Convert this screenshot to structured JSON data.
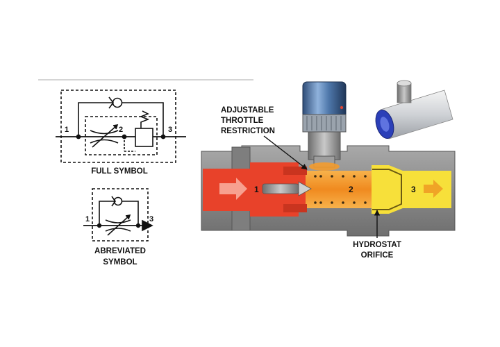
{
  "labels": {
    "full_symbol": "FULL SYMBOL",
    "abbreviated_symbol_line1": "ABREVIATED",
    "abbreviated_symbol_line2": "SYMBOL",
    "adjustable_line1": "ADJUSTABLE",
    "adjustable_line2": "THROTTLE",
    "adjustable_line3": "RESTRICTION",
    "hydrostat_line1": "HYDROSTAT",
    "hydrostat_line2": "ORIFICE"
  },
  "ports": {
    "full_1": "1",
    "full_2": "2",
    "full_3": "3",
    "abbr_1": "1",
    "abbr_3": "3",
    "valve_1": "1",
    "valve_2": "2",
    "valve_3": "3"
  },
  "colors": {
    "inlet": "#e8422a",
    "mid": "#f39b2e",
    "outlet": "#f7e03a",
    "body": "#8d8d8d",
    "knob": "#5b85b8"
  }
}
